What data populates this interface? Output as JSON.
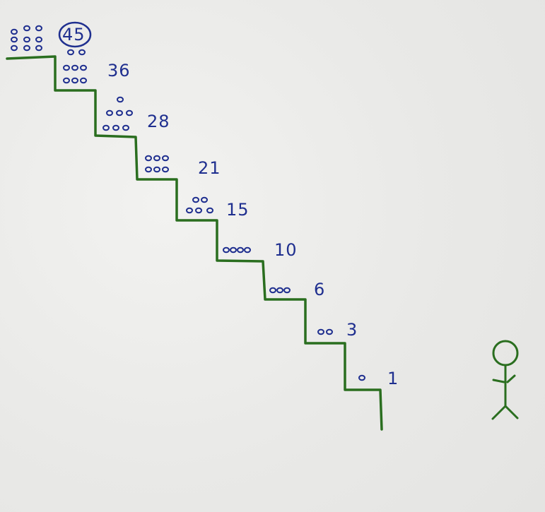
{
  "steps": [
    {
      "label": "1",
      "value": 1
    },
    {
      "label": "3",
      "value": 3
    },
    {
      "label": "6",
      "value": 6
    },
    {
      "label": "10",
      "value": 10
    },
    {
      "label": "15",
      "value": 15
    },
    {
      "label": "21",
      "value": 21
    },
    {
      "label": "28",
      "value": 28
    },
    {
      "label": "36",
      "value": 36
    },
    {
      "label": "45",
      "value": 45,
      "circled": true
    }
  ],
  "colors": {
    "ink_blue": "#1f2f8f",
    "ink_green": "#2a6e1f",
    "paper": "#ededeb"
  },
  "icons": {
    "figure": "stick-figure-icon"
  }
}
